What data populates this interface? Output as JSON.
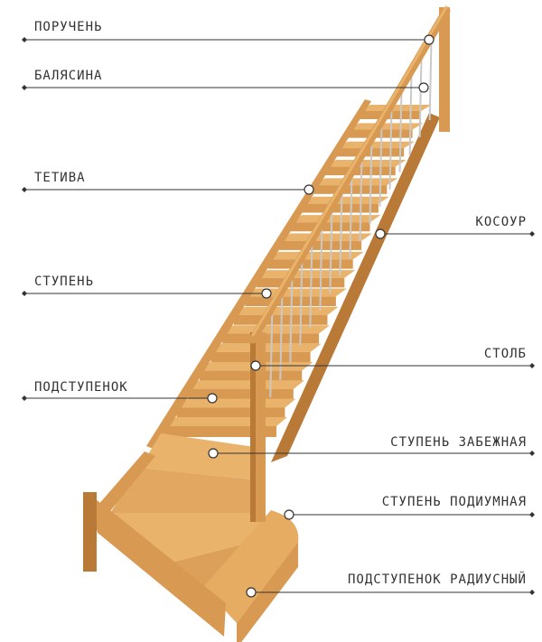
{
  "labels": {
    "handrail": "ПОРУЧЕНЬ",
    "baluster": "БАЛЯСИНА",
    "stringer_side": "ТЕТИВА",
    "stringer_center": "КОСОУР",
    "step": "СТУПЕНЬ",
    "post": "СТОЛБ",
    "riser": "ПОДСТУПЕНОК",
    "winder_step": "СТУПЕНЬ ЗАБЕЖНАЯ",
    "podium_step": "СТУПЕНЬ ПОДИУМНАЯ",
    "radius_riser": "ПОДСТУПЕНОК РАДИУСНЫЙ"
  },
  "colors": {
    "wood_light": "#e9b36c",
    "wood_mid": "#d89a52",
    "wood_dark": "#b97a38",
    "metal": "#c9c9c9",
    "leader_line": "#333333"
  }
}
